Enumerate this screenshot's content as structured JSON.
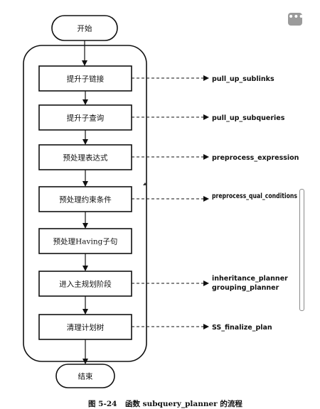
{
  "toolbar": {
    "more_icon": "ellipsis-icon",
    "more_label": "•••"
  },
  "flowchart": {
    "start": "开始",
    "end": "结束",
    "steps": [
      {
        "label": "提升子链接",
        "functions": [
          "pull_up_sublinks"
        ]
      },
      {
        "label": "提升子查询",
        "functions": [
          "pull_up_subqueries"
        ]
      },
      {
        "label": "预处理表达式",
        "functions": [
          "preprocess_expression"
        ]
      },
      {
        "label": "预处理约束条件",
        "functions": [
          "preprocess_qual_conditions"
        ]
      },
      {
        "label": "预处理Having子句",
        "functions": []
      },
      {
        "label": "进入主规划阶段",
        "functions": [
          "inheritance_planner",
          "grouping_planner"
        ]
      },
      {
        "label": "清理计划树",
        "functions": [
          "SS_finalize_plan"
        ]
      }
    ]
  },
  "caption": {
    "figure_number": "图 5-24",
    "text": "函数 subquery_planner 的流程"
  },
  "colors": {
    "stroke": "#111111",
    "background": "#ffffff",
    "button": "#9b9b9b"
  }
}
